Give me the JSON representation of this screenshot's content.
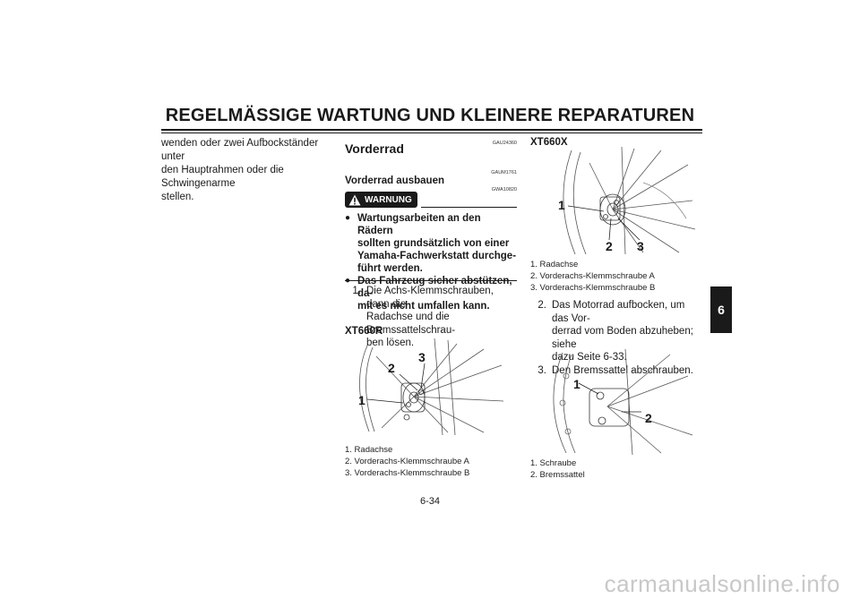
{
  "header": {
    "title": "REGELMÄSSIGE WARTUNG UND KLEINERE REPARATUREN"
  },
  "col1": {
    "text": [
      "wenden oder zwei Aufbockständer unter",
      "den Hauptrahmen oder die Schwingenarme",
      "stellen."
    ]
  },
  "section": {
    "code": "GAU24360",
    "title": "Vorderrad",
    "sub_code": "GAUM1761",
    "subtitle": "Vorderrad ausbauen",
    "warn_code": "GWA10820",
    "warning_label": "WARNUNG",
    "warning_items": [
      [
        "Wartungsarbeiten an den Rädern",
        "sollten grundsätzlich von einer",
        "Yamaha-Fachwerkstatt durchge-",
        "führt werden."
      ],
      [
        "Das Fahrzeug sicher abstützen, da-",
        "mit es nicht umfallen kann."
      ]
    ],
    "step1_num": "1.",
    "step1_lines": [
      "Die Achs-Klemmschrauben, dann die",
      "Radachse und die Bremssattelschrau-",
      "ben lösen."
    ]
  },
  "fig_xt660r": {
    "model": "XT660R",
    "callouts": [
      "1",
      "2",
      "3"
    ],
    "captions": [
      "1.  Radachse",
      "2.  Vorderachs-Klemmschraube A",
      "3.  Vorderachs-Klemmschraube B"
    ]
  },
  "fig_xt660x": {
    "model": "XT660X",
    "callouts": [
      "1",
      "2",
      "3"
    ],
    "captions": [
      "1.  Radachse",
      "2.  Vorderachs-Klemmschraube A",
      "3.  Vorderachs-Klemmschraube B"
    ]
  },
  "steps": [
    {
      "num": "2.",
      "lines": [
        "Das Motorrad aufbocken, um das Vor-",
        "derrad vom Boden abzuheben; siehe",
        "dazu Seite 6-33."
      ]
    },
    {
      "num": "3.",
      "lines": [
        "Den Bremssattel abschrauben."
      ]
    }
  ],
  "fig_caliper": {
    "callouts": [
      "1",
      "2"
    ],
    "captions": [
      "1.  Schraube",
      "2.  Bremssattel"
    ]
  },
  "chapter_tab": "6",
  "page_number": "6-34",
  "watermark": "carmanualsonline.info"
}
